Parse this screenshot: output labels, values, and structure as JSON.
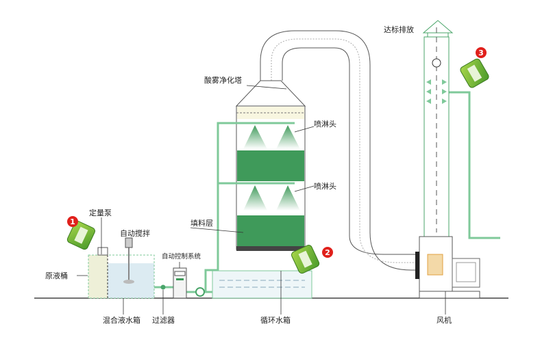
{
  "labels": {
    "discharge": "达标排放",
    "tower": "酸雾净化塔",
    "spray_head_1": "喷淋头",
    "spray_head_2": "喷淋头",
    "packing_layer": "填料层",
    "dosing_pump": "定量泵",
    "auto_stirring": "自动搅拌",
    "raw_liquid_bucket": "原液桶",
    "auto_control_system": "自动控制系统",
    "mixing_tank": "混合液水箱",
    "filter": "过滤器",
    "circulation_tank": "循环水箱",
    "fan": "风机"
  },
  "badges": [
    "1",
    "2",
    "3"
  ],
  "colors": {
    "pipe": "#7fc99a",
    "packing": "#3f9a5a",
    "badge": "#e0201b",
    "tank_water": "#dcebf2",
    "raw_liquid": "#eef0d8"
  }
}
